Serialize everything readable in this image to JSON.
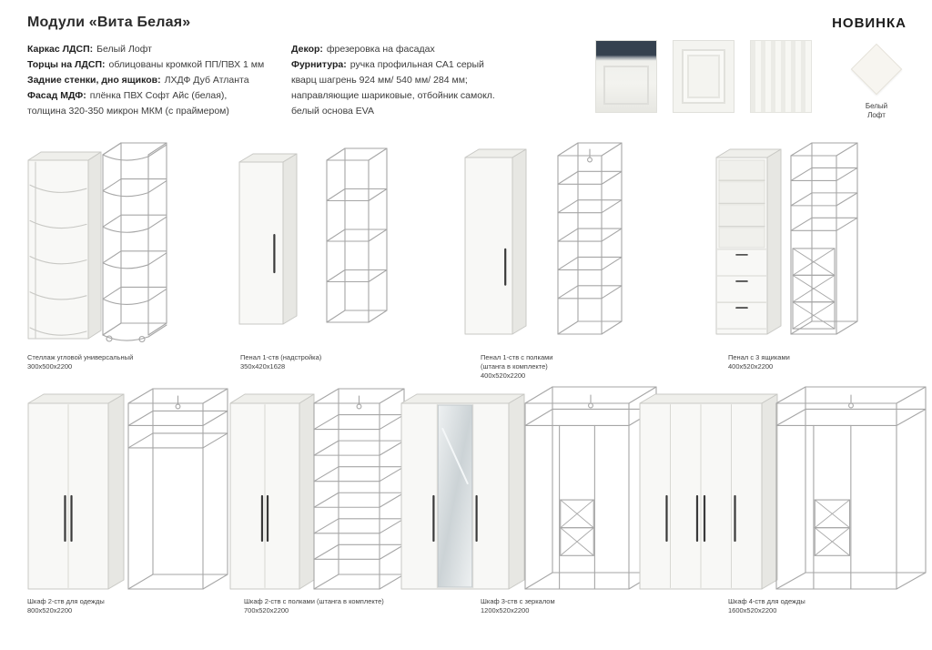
{
  "page": {
    "title": "Модули «Вита Белая»",
    "badge": "НОВИНКА"
  },
  "specs": {
    "left": [
      {
        "b": "Каркас ЛДСП:",
        "t": "Белый Лофт"
      },
      {
        "b": "Торцы на ЛДСП:",
        "t": "облицованы кромкой ПП/ПВХ 1 мм"
      },
      {
        "b": "Задние стенки, дно ящиков:",
        "t": "ЛХДФ Дуб Атланта"
      },
      {
        "b": "Фасад МДФ:",
        "t": "плёнка ПВХ Софт Айс (белая),"
      },
      {
        "b": "",
        "t": "толщина 320-350 микрон МКМ (с праймером)"
      }
    ],
    "mid": [
      {
        "b": "Декор:",
        "t": "фрезеровка на фасадах"
      },
      {
        "b": "Фурнитура:",
        "t": "ручка профильная СА1 серый"
      },
      {
        "b": "",
        "t": "кварц шагрень 924 мм/ 540 мм/ 284 мм;"
      },
      {
        "b": "",
        "t": "направляющие шариковые, отбойник самокл."
      },
      {
        "b": "",
        "t": "белый основа EVA"
      }
    ]
  },
  "swatch": {
    "label1": "Белый",
    "label2": "Лофт"
  },
  "products": [
    {
      "name1": "Стеллаж угловой универсальный",
      "name2": "",
      "dims": "300x500x2200"
    },
    {
      "name1": "Пенал 1-ств (надстройка)",
      "name2": "",
      "dims": "350x420x1628"
    },
    {
      "name1": "Пенал 1-ств с полками",
      "name2": "(штанга в комплекте)",
      "dims": "400x520x2200"
    },
    {
      "name1": "Пенал с 3 ящиками",
      "name2": "",
      "dims": "400x520x2200"
    },
    {
      "name1": "Шкаф 2-ств для одежды",
      "name2": "",
      "dims": "800x520x2200"
    },
    {
      "name1": "Шкаф 2-ств с полками  (штанга в комплекте)",
      "name2": "",
      "dims": "700x520x2200"
    },
    {
      "name1": "Шкаф 3-ств с зеркалом",
      "name2": "",
      "dims": "1200x520x2200"
    },
    {
      "name1": "Шкаф 4-ств для одежды",
      "name2": "",
      "dims": "1600x520x2200"
    }
  ],
  "colors": {
    "wire": "#a6a6a6",
    "edge": "#c8c8c4",
    "front": "#f8f8f6",
    "side": "#e7e7e3",
    "top": "#efefeb",
    "handle": "#3a3a3a",
    "mirror_light": "#eef1f2",
    "mirror_dark": "#ccd3d6"
  }
}
